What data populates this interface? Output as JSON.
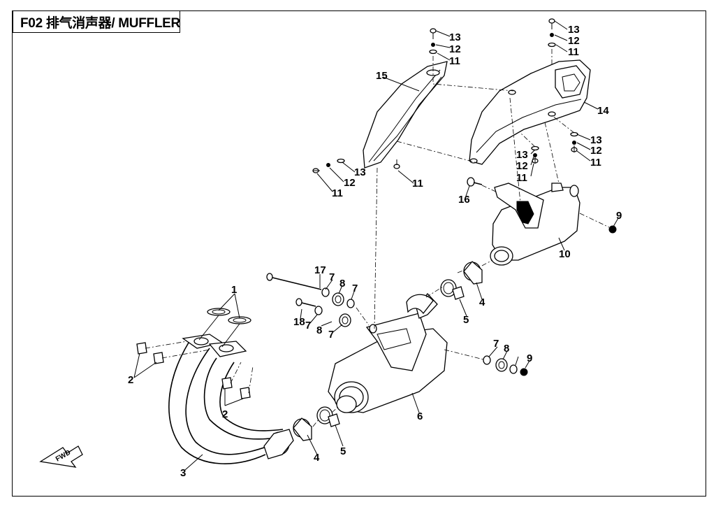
{
  "title": "F02  排气消声器/ MUFFLER",
  "fwd_label": "FWD",
  "callouts": {
    "c1": "1",
    "c2a": "2",
    "c2b": "2",
    "c3": "3",
    "c4a": "4",
    "c4b": "4",
    "c5a": "5",
    "c5b": "5",
    "c6": "6",
    "c7a": "7",
    "c7b": "7",
    "c7c": "7",
    "c7d": "7",
    "c7e": "7",
    "c8a": "8",
    "c8b": "8",
    "c8c": "8",
    "c9a": "9",
    "c9b": "9",
    "c10": "10",
    "c11a": "11",
    "c11b": "11",
    "c11c": "11",
    "c11d": "11",
    "c11e": "11",
    "c11f": "11",
    "c12a": "12",
    "c12b": "12",
    "c12c": "12",
    "c12d": "12",
    "c12e": "12",
    "c13a": "13",
    "c13b": "13",
    "c13c": "13",
    "c13d": "13",
    "c13e": "13",
    "c14": "14",
    "c15": "15",
    "c16": "16",
    "c17": "17",
    "c18": "18"
  }
}
